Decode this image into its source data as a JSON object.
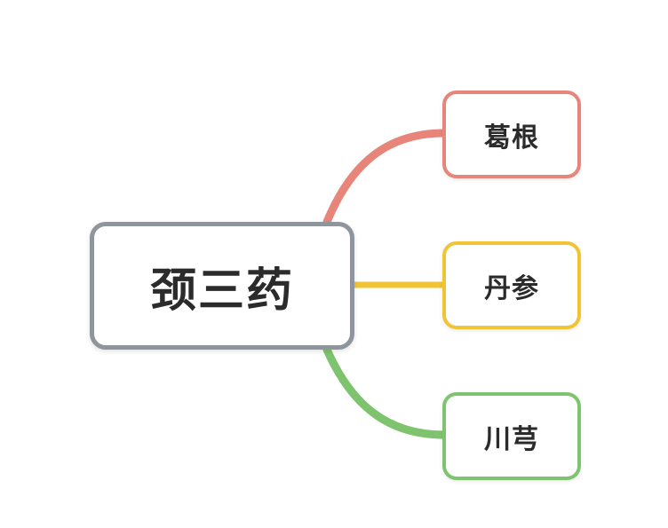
{
  "mindmap": {
    "center": {
      "label": "颈三药",
      "border_color": "#8e959c"
    },
    "branches": [
      {
        "label": "葛根",
        "color": "#e7857b"
      },
      {
        "label": "丹参",
        "color": "#f0c434"
      },
      {
        "label": "川芎",
        "color": "#7ec46e"
      }
    ]
  }
}
